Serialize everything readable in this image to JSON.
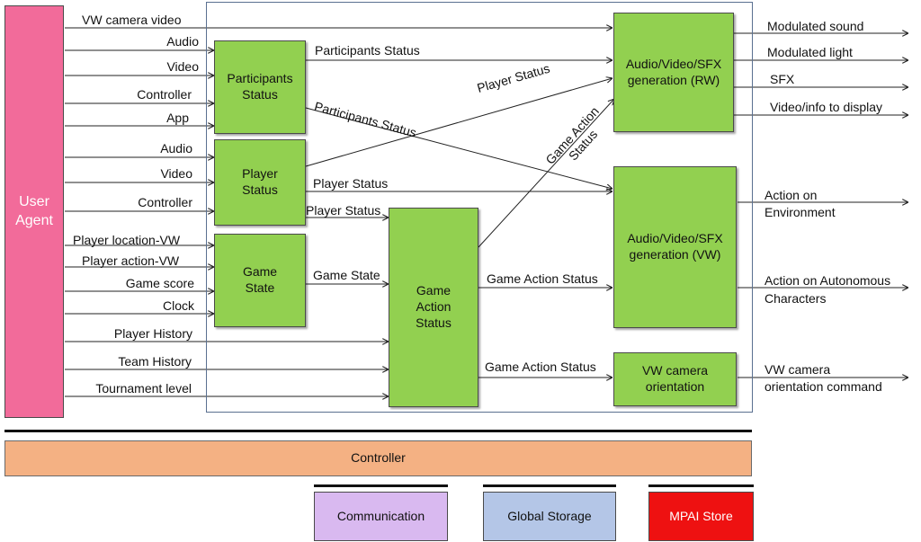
{
  "user_agent": "User\nAgent",
  "modules": {
    "participants_status": "Participants\nStatus",
    "player_status": "Player\nStatus",
    "game_state": "Game\nState",
    "game_action_status": "Game\nAction\nStatus",
    "av_sfx_rw": "Audio/Video/SFX\ngeneration (RW)",
    "av_sfx_vw": "Audio/Video/SFX\ngeneration (VW)",
    "vw_camera_orientation": "VW camera\norientation"
  },
  "inputs": {
    "vw_camera_video": "VW camera video",
    "participants_audio": "Audio",
    "participants_video": "Video",
    "participants_controller": "Controller",
    "participants_app": "App",
    "player_audio": "Audio",
    "player_video": "Video",
    "player_controller": "Controller",
    "player_location_vw": "Player location-VW",
    "player_action_vw": "Player action-VW",
    "game_score": "Game score",
    "clock": "Clock",
    "player_history": "Player History",
    "team_history": "Team History",
    "tournament_level": "Tournament level"
  },
  "flows": {
    "participants_status_to_rw": "Participants Status",
    "player_status_to_rw": "Player Status",
    "participants_status_to_vw": "Participants Status",
    "game_action_status_to_rw": "Game Action\nStatus",
    "player_status_to_vw": "Player Status",
    "player_status_to_gas": "Player Status",
    "game_state_to_gas": "Game State",
    "gas_to_vw": "Game Action Status",
    "gas_to_camera": "Game Action Status"
  },
  "outputs": {
    "modulated_sound": "Modulated sound",
    "modulated_light": "Modulated light",
    "sfx": "SFX",
    "video_info": "Video/info to display",
    "action_on_environment": "Action on\nEnvironment",
    "action_on_autonomous": "Action on Autonomous\nCharacters",
    "vw_camera_command": "VW camera\norientation command"
  },
  "infrastructure": {
    "controller": "Controller",
    "communication": "Communication",
    "global_storage": "Global Storage",
    "mpai_store": "MPAI Store"
  }
}
